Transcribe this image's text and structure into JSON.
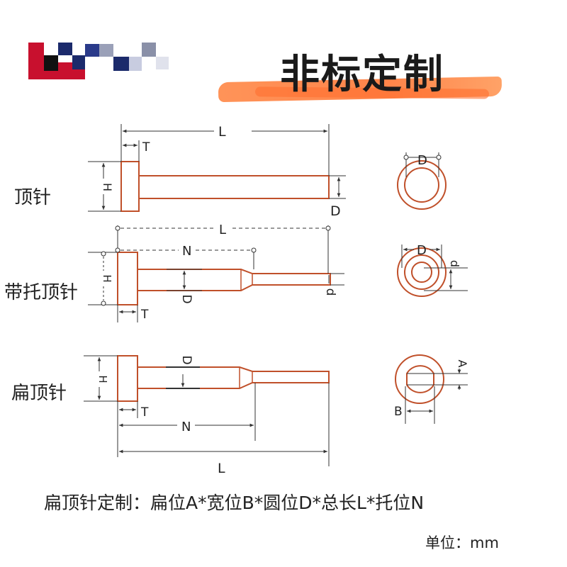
{
  "title": "非标定制",
  "rows": [
    {
      "label": "顶针"
    },
    {
      "label": "带托顶针"
    },
    {
      "label": "扁顶针"
    }
  ],
  "dim_labels": {
    "L": "L",
    "T": "T",
    "H": "H",
    "D": "D",
    "N": "N",
    "d": "d",
    "A": "A",
    "B": "B"
  },
  "formula": "扁顶针定制：扁位A*宽位B*圆位D*总长L*托位N",
  "unit": "单位：mm",
  "colors": {
    "outline": "#c0502a",
    "dimension": "#333333",
    "accent_brush": "#ff7a3a",
    "logo_red": "#c8102e",
    "logo_navy": "#1b2a6b"
  },
  "icons": [
    "brand-logo-icon"
  ]
}
